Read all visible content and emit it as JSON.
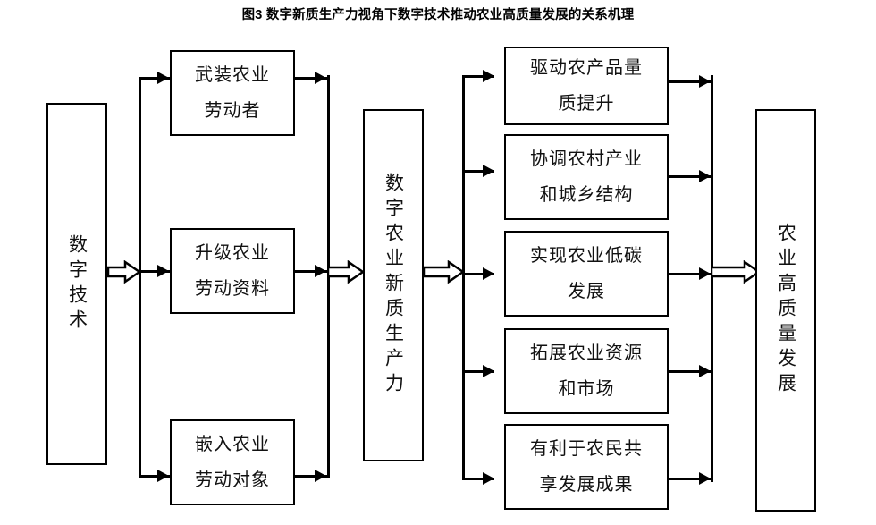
{
  "figure": {
    "title": "图3 数字新质生产力视角下数字技术推动农业高质量发展的关系机理",
    "background_color": "#ffffff",
    "line_color": "#000000"
  },
  "nodes": {
    "source": {
      "id": "digital-technology",
      "label": "数字技术",
      "orientation": "vertical"
    },
    "stage1": [
      {
        "id": "arm-ag-laborers",
        "label": "武装农业\n劳动者"
      },
      {
        "id": "upgrade-ag-means",
        "label": "升级农业\n劳动资料"
      },
      {
        "id": "embed-ag-objects",
        "label": "嵌入农业\n劳动对象"
      }
    ],
    "stage2": {
      "id": "digital-ag-new-quality-productive-forces",
      "label": "数字农业新质生产力",
      "orientation": "vertical"
    },
    "stage3": [
      {
        "id": "drive-product-quality",
        "label": "驱动农产品量\n质提升"
      },
      {
        "id": "coordinate-rural-urban",
        "label": "协调农村产业\n和城乡结构"
      },
      {
        "id": "low-carbon-agriculture",
        "label": "实现农业低碳\n发展"
      },
      {
        "id": "expand-resources-market",
        "label": "拓展农业资源\n和市场"
      },
      {
        "id": "farmer-shared-benefits",
        "label": "有利于农民共\n享发展成果"
      }
    ],
    "outcome": {
      "id": "high-quality-ag-development",
      "label": "农业高质量发展",
      "orientation": "vertical"
    }
  },
  "connectors": {
    "source_to_stage1": {
      "style": "hollow-block-arrow-then-branch",
      "branches": 3
    },
    "stage1_to_stage2": {
      "style": "merge-then-hollow-block-arrow",
      "branches": 3
    },
    "stage2_to_stage3": {
      "style": "hollow-block-arrow-then-branch",
      "branches": 5
    },
    "stage3_to_outcome": {
      "style": "merge-then-hollow-block-arrow",
      "branches": 5
    }
  }
}
